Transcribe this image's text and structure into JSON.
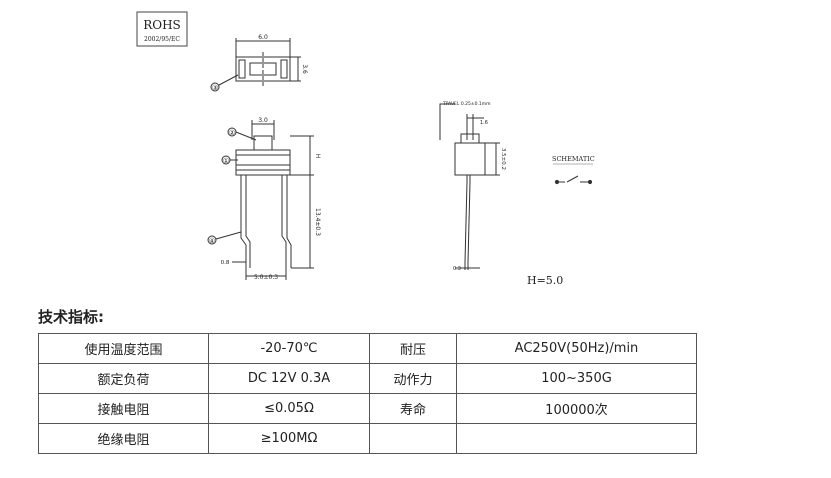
{
  "drawing": {
    "rohs_title": "ROHS",
    "rohs_subtitle": "2002/95/EC",
    "top_view": {
      "width_dim": "6.0",
      "height_dim": "3.6",
      "callout": "③"
    },
    "front_view": {
      "pitch_dim": "3.0",
      "height_dim": "H",
      "lead_length_dim": "13.4±0.3",
      "lead_spacing_dim": "5.0±0.3",
      "lead_width_dim": "0.8",
      "callouts": [
        "②",
        "①",
        "④"
      ]
    },
    "side_view": {
      "note": "TPAVEL 0.25±0.1mm",
      "actuator_width_dim": "1.6",
      "body_height_dim": "3.5±0.2",
      "lead_thickness_dim": "0.3"
    },
    "schematic_label": "SCHEMATIC",
    "height_value": "H=5.0"
  },
  "specs": {
    "heading": "技术指标:",
    "rows": [
      {
        "label1": "使用温度范围",
        "value1": "-20-70℃",
        "label2": "耐压",
        "value2": "AC250V(50Hz)/min"
      },
      {
        "label1": "额定负荷",
        "value1": "DC 12V 0.3A",
        "label2": "动作力",
        "value2": "100~350G"
      },
      {
        "label1": "接触电阻",
        "value1": "≤0.05Ω",
        "label2": "寿命",
        "value2": "100000次"
      },
      {
        "label1": "绝缘电阻",
        "value1": "≥100MΩ",
        "label2": "",
        "value2": ""
      }
    ]
  },
  "colors": {
    "line": "#333333",
    "text": "#222222",
    "border": "#555555"
  }
}
